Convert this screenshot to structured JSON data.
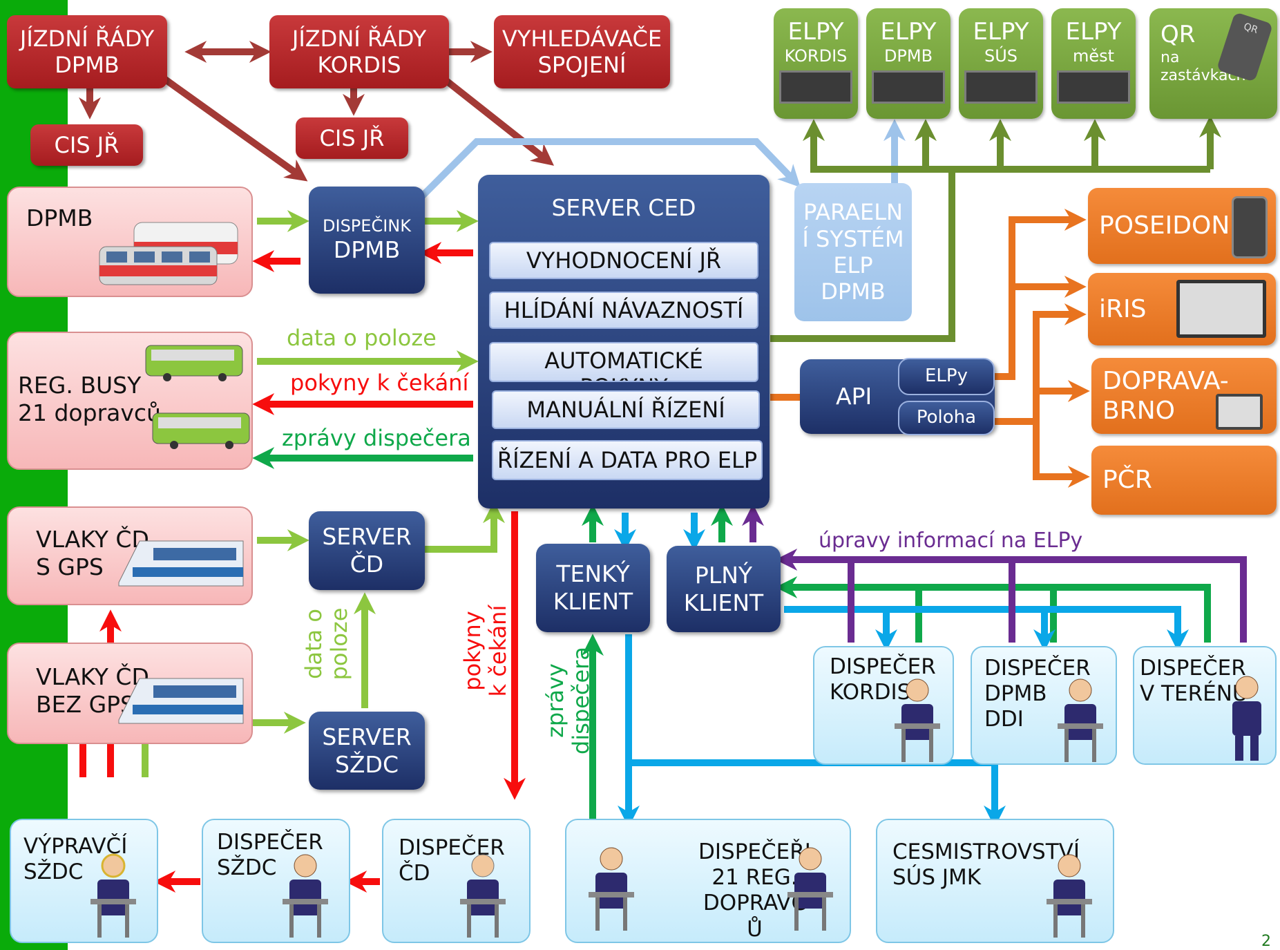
{
  "colors": {
    "brown": "#a33a36",
    "light_green": "#8cc63f",
    "red": "#f70d0d",
    "green": "#0fa84a",
    "sky_blue": "#0aa7e8",
    "purple": "#6a2c91",
    "orange": "#e8731f",
    "pale_blue": "#9ec3ea",
    "olive": "#6b8f2f",
    "navy": "#1f3370"
  },
  "timetables": {
    "dpmb": [
      "JÍZDNÍ ŘÁDY",
      "DPMB"
    ],
    "kordis": [
      "JÍZDNÍ ŘÁDY",
      "KORDIS"
    ],
    "search": [
      "VYHLEDÁVAČE",
      "SPOJENÍ"
    ],
    "cis1": "CIS JŘ",
    "cis2": "CIS JŘ"
  },
  "elp_boards": [
    {
      "title": "ELPY",
      "sub": "KORDIS"
    },
    {
      "title": "ELPY",
      "sub": "DPMB"
    },
    {
      "title": "ELPY",
      "sub": "SÚS"
    },
    {
      "title": "ELPY",
      "sub": "měst"
    }
  ],
  "qr": {
    "title": "QR",
    "line1": "na",
    "line2": "zastávkách",
    "badge": "QR"
  },
  "sources": {
    "dpmb": "DPMB",
    "busy": [
      "REG. BUSY",
      "21 dopravců"
    ],
    "trains_gps": [
      "VLAKY ČD",
      "S GPS"
    ],
    "trains_nogps": [
      "VLAKY ČD",
      "BEZ GPS"
    ]
  },
  "dispatch_dpmb": [
    "DISPEČINK",
    "DPMB"
  ],
  "server_cd": [
    "SERVER",
    "ČD"
  ],
  "server_szdc": [
    "SERVER",
    "SŽDC"
  ],
  "server_ced": {
    "title": "SERVER CED",
    "items": [
      "VYHODNOCENÍ JŘ",
      "HLÍDÁNÍ NÁVAZNOSTÍ",
      "AUTOMATICKÉ",
      "MANUÁLNÍ ŘÍZENÍ",
      "ŘÍZENÍ A DATA PRO ELP"
    ],
    "overflow": "POKYNY"
  },
  "parallel": [
    "PARAELN",
    "Í SYSTÉM",
    "ELP",
    "DPMB"
  ],
  "api": {
    "title": "API",
    "elpy": "ELPy",
    "poloha": "Poloha"
  },
  "outputs": {
    "poseidon": "POSEIDON",
    "iris": "iRIS",
    "doprava": [
      "DOPRAVA-",
      "BRNO"
    ],
    "pcr": "PČR"
  },
  "clients": {
    "thin": [
      "TENKÝ",
      "KLIENT"
    ],
    "full": [
      "PLNÝ",
      "KLIENT"
    ]
  },
  "flow_labels": {
    "data_o_poloze": "data o poloze",
    "pokyny_k_cekani": "pokyny k čekání",
    "zpravy_dispecera": "zprávy dispečera",
    "upravy": "úpravy informací na ELPy",
    "v_data": [
      "data o",
      "poloze"
    ],
    "v_pokyny": [
      "pokyny",
      "k čekání"
    ],
    "v_zpravy": [
      "zprávy",
      "dispečera"
    ]
  },
  "dispatchers": {
    "kordis": [
      "DISPEČER",
      "KORDIS"
    ],
    "dpmb_ddi": [
      "DISPEČER",
      "DPMB",
      "DDI"
    ],
    "teren": [
      "DISPEČER",
      "V TERÉNU"
    ],
    "vypravci": [
      "VÝPRAVČÍ",
      "SŽDC"
    ],
    "szdc": [
      "DISPEČER",
      "SŽDC"
    ],
    "cd": [
      "DISPEČER",
      "ČD"
    ],
    "reg": [
      "DISPEČEŘI",
      "21 REG.",
      "DOPRAVC",
      "Ů"
    ],
    "cesm": [
      "CESMISTROVSTVÍ",
      "SÚS JMK"
    ]
  },
  "page_number": "2"
}
